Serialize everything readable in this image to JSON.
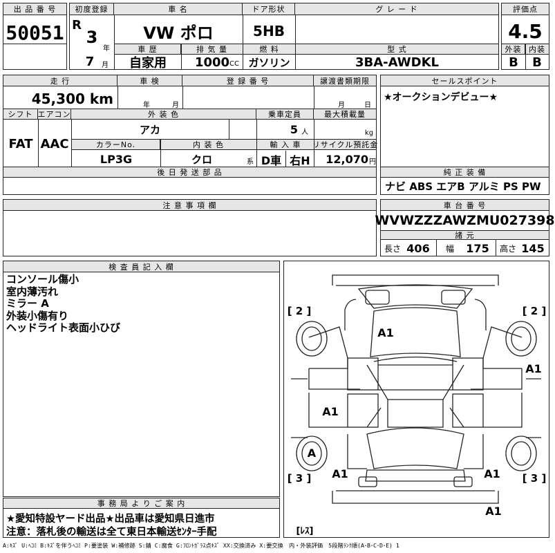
{
  "headers": {
    "lot_no": "出 品 番 号",
    "first_reg": "初度登録",
    "car_name": "車 名",
    "door": "ドア形状",
    "grade": "グ レ ー ド",
    "score": "評価点",
    "history": "車 歴",
    "displacement": "排 気 量",
    "fuel": "燃 料",
    "model_code": "型 式",
    "exterior": "外装",
    "interior": "内装",
    "mileage": "走 行",
    "inspection": "車 検",
    "reg_no": "登 録 番 号",
    "transfer_deadline": "譲渡書類期限",
    "sales_point": "セールスポイント",
    "shift": "シフト",
    "aircon": "エアコン",
    "ext_color": "外 装 色",
    "capacity": "乗車定員",
    "max_load": "最大積載量",
    "color_no": "カラーNo.",
    "int_color": "内 装 色",
    "import": "輸 入 車",
    "recycle": "リサイクル預託金",
    "later_parts": "後 日 発 送 部 品",
    "equipment": "純 正 装 備",
    "notes": "注 意 事 項 欄",
    "chassis": "車 台 番 号",
    "dimensions": "諸 元",
    "inspector": "検 査 員 記 入 欄",
    "office": "事 務 局 よ り ご 案 内"
  },
  "values": {
    "lot_no": "50051",
    "era": "R",
    "year": "3",
    "year_unit": "年",
    "month": "7",
    "month_unit": "月",
    "car_name": "VW ポロ",
    "door": "5HB",
    "grade": "",
    "score": "4.5",
    "history": "自家用",
    "displacement": "1000",
    "displacement_unit": "CC",
    "fuel": "ガソリン",
    "model_code": "3BA-AWDKL",
    "exterior_grade": "B",
    "interior_grade": "B",
    "mileage": "45,300 km",
    "insp_year_unit": "年",
    "insp_month_unit": "月",
    "deadline_month_unit": "月",
    "deadline_day_unit": "日",
    "sales_point": "★オークションデビュー★",
    "shift": "FAT",
    "aircon": "AAC",
    "ext_color": "アカ",
    "capacity": "5",
    "capacity_unit": "人",
    "max_load_unit": "kg",
    "color_no": "LP3G",
    "int_color": "クロ",
    "int_unit": "系",
    "drive_side_a": "D車",
    "drive_side_b": "右H",
    "recycle": "12,070",
    "recycle_unit": "円",
    "equipment": "ナビ ABS エアB アルミ PS PW",
    "chassis_no": "WVWZZZAWZMU027398",
    "len_label": "長さ",
    "len": "406",
    "width_label": "幅",
    "width": "175",
    "height_label": "高さ",
    "height": "145",
    "inspector_notes": [
      "コンソール傷小",
      "室内薄汚れ",
      "ミラー A",
      "外装小傷有り",
      "ヘッドライト表面小ひび"
    ],
    "office_line1": "★愛知特設ヤード出品★出品車は愛知県日進市",
    "office_line2": "注意：落札後の輸送は全て東日本輸送ｾﾝﾀｰ手配"
  },
  "diagram": {
    "label_2l": "[ 2 ]",
    "label_2r": "[ 2 ]",
    "label_3l": "[ 3 ]",
    "label_3r": "[ 3 ]",
    "label_res": "[ﾚｽ]",
    "marks": [
      "A1",
      "A1",
      "A1",
      "A",
      "A1",
      "A1",
      "A1"
    ]
  },
  "legend": "A:ｷｽﾞ U:ﾍｺﾐ B:ｷｽﾞを伴うﾍｺﾐ P:要塗装 W:補修跡 S:錆 C:腐食 G:ﾌﾛﾝﾄｶﾞﾗｽ点ｷｽﾞ XX:交換済み X:要交換　内・外装評価　5段階ﾗﾝｸ順(A･B･C･D･E) 1"
}
